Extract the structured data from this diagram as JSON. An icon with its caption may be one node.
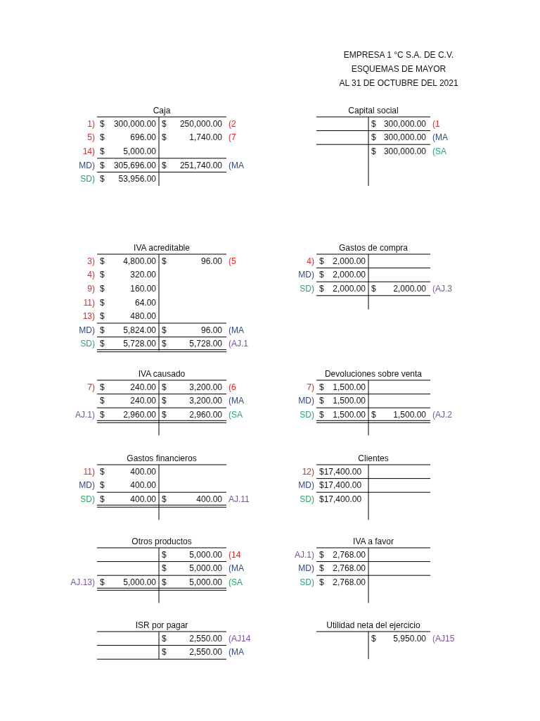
{
  "diagram": {
    "title": "EMPRESA 1 °C S.A. DE C.V.",
    "nodes": [
      {
        "text": [
          "Caja"
        ]
      },
      {
        "text": [
          "Capital social"
        ]
      },
      {
        "text": [
          "IVA acreditable"
        ]
      },
      {
        "text": [
          "Gastos de compra"
        ]
      },
      {
        "text": [
          "IVA causado"
        ]
      },
      {
        "text": [
          "Devoluciones sobre venta"
        ]
      },
      {
        "text": [
          "Gastos financieros"
        ]
      },
      {
        "text": [
          "Clientes"
        ]
      },
      {
        "text": [
          "Otros productos"
        ]
      },
      {
        "text": [
          "IVA a favor"
        ]
      },
      {
        "text": [
          "ISR por pagar"
        ]
      },
      {
        "text": [
          "Utilidad neta del ejercicio"
        ]
      }
    ],
    "labels": [
      "ESQUEMAS DE MAYOR",
      "AL 31 DE OCTUBRE DEL 2021",
      "1)",
      "$ 300,000.00",
      "$ 250,000.00",
      "(2",
      "5)",
      "$ 696.00",
      "$ 1,740.00",
      "(7",
      "14)",
      "$ 5,000.00",
      "MD)",
      "$ 305,696.00",
      "$ 251,740.00",
      "(MA",
      "SD)",
      "$ 53,956.00",
      "$ 300,000.00",
      "(1",
      "$ 300,000.00",
      "(MA",
      "$ 300,000.00",
      "(SA",
      "3)",
      "$ 4,800.00",
      "$ 96.00",
      "(5",
      "4)",
      "$ 320.00",
      "9)",
      "$ 160.00",
      "11)",
      "$ 64.00",
      "13)",
      "$ 480.00",
      "MD)",
      "$ 5,824.00",
      "$ 96.00",
      "(MA",
      "SD)",
      "$ 5,728.00",
      "$ 5,728.00",
      "(AJ.1",
      "4)",
      "$ 2,000.00",
      "MD)",
      "$ 2,000.00",
      "SD)",
      "$ 2,000.00",
      "$ 2,000.00",
      "(AJ.3",
      "7)",
      "$ 240.00",
      "$ 3,200.00",
      "(6",
      "$ 240.00",
      "$ 3,200.00",
      "(MA",
      "AJ.1)",
      "$ 2,960.00",
      "$ 2,960.00",
      "(SA",
      "7)",
      "$ 1,500.00",
      "MD)",
      "$ 1,500.00",
      "SD)",
      "$ 1,500.00",
      "$ 1,500.00",
      "(AJ.2",
      "11)",
      "$ 400.00",
      "MD)",
      "$ 400.00",
      "SD)",
      "$ 400.00",
      "$ 400.00",
      "AJ.11",
      "12)",
      "$17,400.00",
      "MD)",
      "$17,400.00",
      "SD)",
      "$17,400.00",
      "$ 5,000.00",
      "(14",
      "$ 5,000.00",
      "(MA",
      "AJ.13)",
      "$ 5,000.00",
      "$ 5,000.00",
      "(SA",
      "AJ.1)",
      "$ 2,768.00",
      "MD)",
      "$ 2,768.00",
      "SD)",
      "$ 2,768.00",
      "$ 2,550.00",
      "(AJ14",
      "$ 2,550.00",
      "(MA",
      "$ 5,950.00",
      "(AJ15"
    ]
  }
}
